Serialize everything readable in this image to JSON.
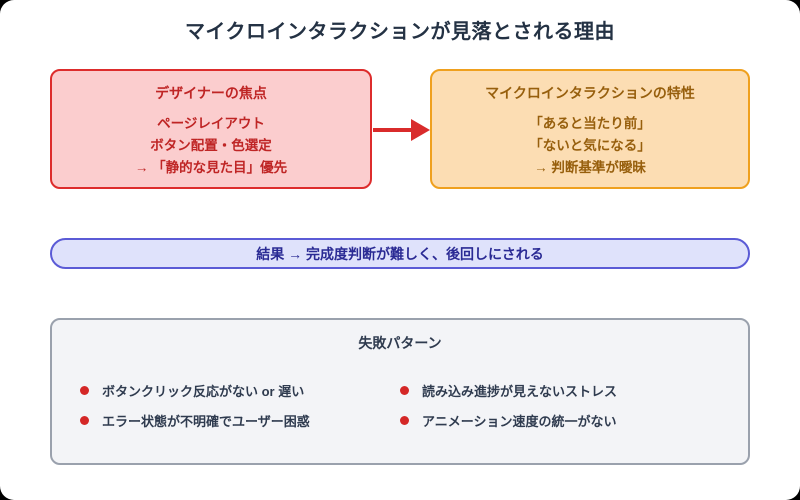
{
  "page": {
    "title": "マイクロインタラクションが見落とされる理由"
  },
  "flow": {
    "left_box": {
      "title": "デザイナーの焦点",
      "lines": [
        "ページレイアウト",
        "ボタン配置・色選定",
        "→ 「静的な見た目」優先"
      ]
    },
    "right_box": {
      "title": "マイクロインタラクションの特性",
      "lines": [
        "「あると当たり前」",
        "「ないと気になる」",
        "→ 判断基準が曖昧"
      ]
    }
  },
  "result_bar": {
    "text": "結果 → 完成度判断が難しく、後回しにされる"
  },
  "failure_panel": {
    "title": "失敗パターン",
    "items": [
      "ボタンクリック反応がない or 遅い",
      "読み込み進捗が見えないストレス",
      "エラー状態が不明確でユーザー困惑",
      "アニメーション速度の統一がない"
    ]
  },
  "colors": {
    "title_text": "#243244",
    "left_box_bg": "#fbcdce",
    "left_box_border": "#dd2c2c",
    "left_box_text": "#bf2525",
    "arrow": "#d92b2b",
    "right_box_bg": "#fcddb3",
    "right_box_border": "#efa01e",
    "right_box_text": "#975f0d",
    "result_bar_bg": "#dfe2fb",
    "result_bar_border": "#5b5bd6",
    "result_bar_text": "#2a2a94",
    "panel_bg": "#f3f4f7",
    "panel_border": "#9aa1ad",
    "panel_text": "#2f3b4f",
    "bullet": "#d42727"
  }
}
